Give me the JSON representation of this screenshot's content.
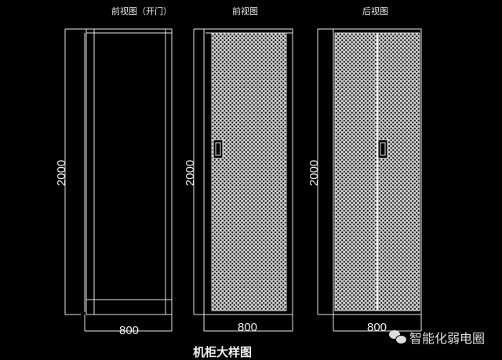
{
  "views": [
    {
      "title": "前视图（开门）",
      "height_dim": "2000",
      "width_dim": "800"
    },
    {
      "title": "前视图",
      "height_dim": "2000",
      "width_dim": "800"
    },
    {
      "title": "后视图",
      "height_dim": "2000",
      "width_dim": "800"
    }
  ],
  "caption": "机柜大样图",
  "watermark": {
    "icon": "wechat-icon",
    "text": "智能化弱电圈"
  },
  "colors": {
    "background": "#000000",
    "line": "#e6e6e6",
    "mesh": "#bdbdbd"
  }
}
